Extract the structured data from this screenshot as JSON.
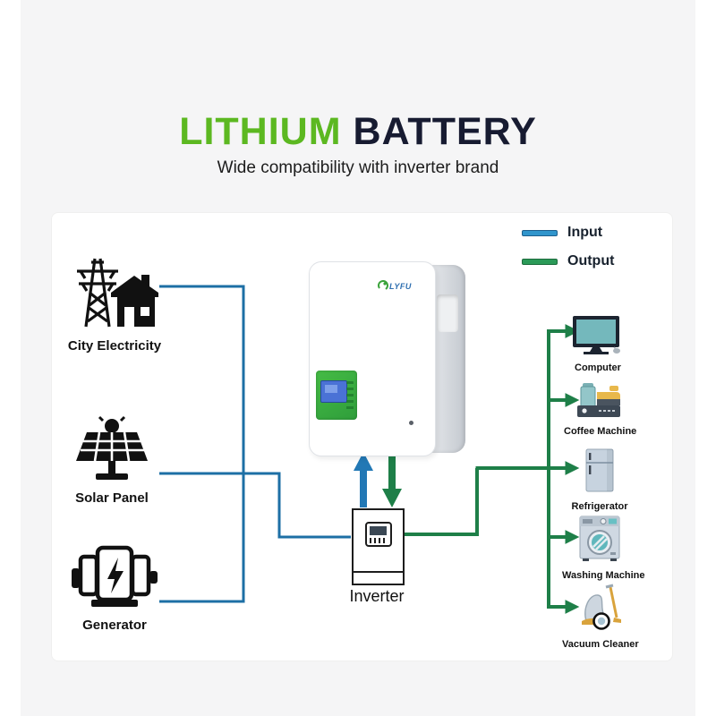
{
  "page": {
    "title_green": "LITHIUM",
    "title_dark": "BATTERY",
    "subtitle": "Wide compatibility with inverter brand"
  },
  "legend": {
    "input_label": "Input",
    "output_label": "Output",
    "input_color": "#3095cc",
    "output_color": "#2b9a58"
  },
  "battery": {
    "brand": "LYFU",
    "logo_icon": "leaf-swoosh-icon"
  },
  "inverter": {
    "label": "Inverter"
  },
  "sources": [
    {
      "label": "City Electricity",
      "icon": "power-tower-house-icon"
    },
    {
      "label": "Solar Panel",
      "icon": "solar-panel-icon"
    },
    {
      "label": "Generator",
      "icon": "generator-icon"
    }
  ],
  "appliances": [
    {
      "label": "Computer",
      "icon": "computer-monitor-icon"
    },
    {
      "label": "Coffee Machine",
      "icon": "coffee-machine-icon"
    },
    {
      "label": "Refrigerator",
      "icon": "refrigerator-icon"
    },
    {
      "label": "Washing Machine",
      "icon": "washing-machine-icon"
    },
    {
      "label": "Vacuum Cleaner",
      "icon": "vacuum-cleaner-icon"
    }
  ],
  "colors": {
    "input_line": "#1d6fa5",
    "output_line": "#1e7f48",
    "input_arrow": "#2278b5",
    "title_green": "#5cb821",
    "title_dark": "#171b31"
  }
}
